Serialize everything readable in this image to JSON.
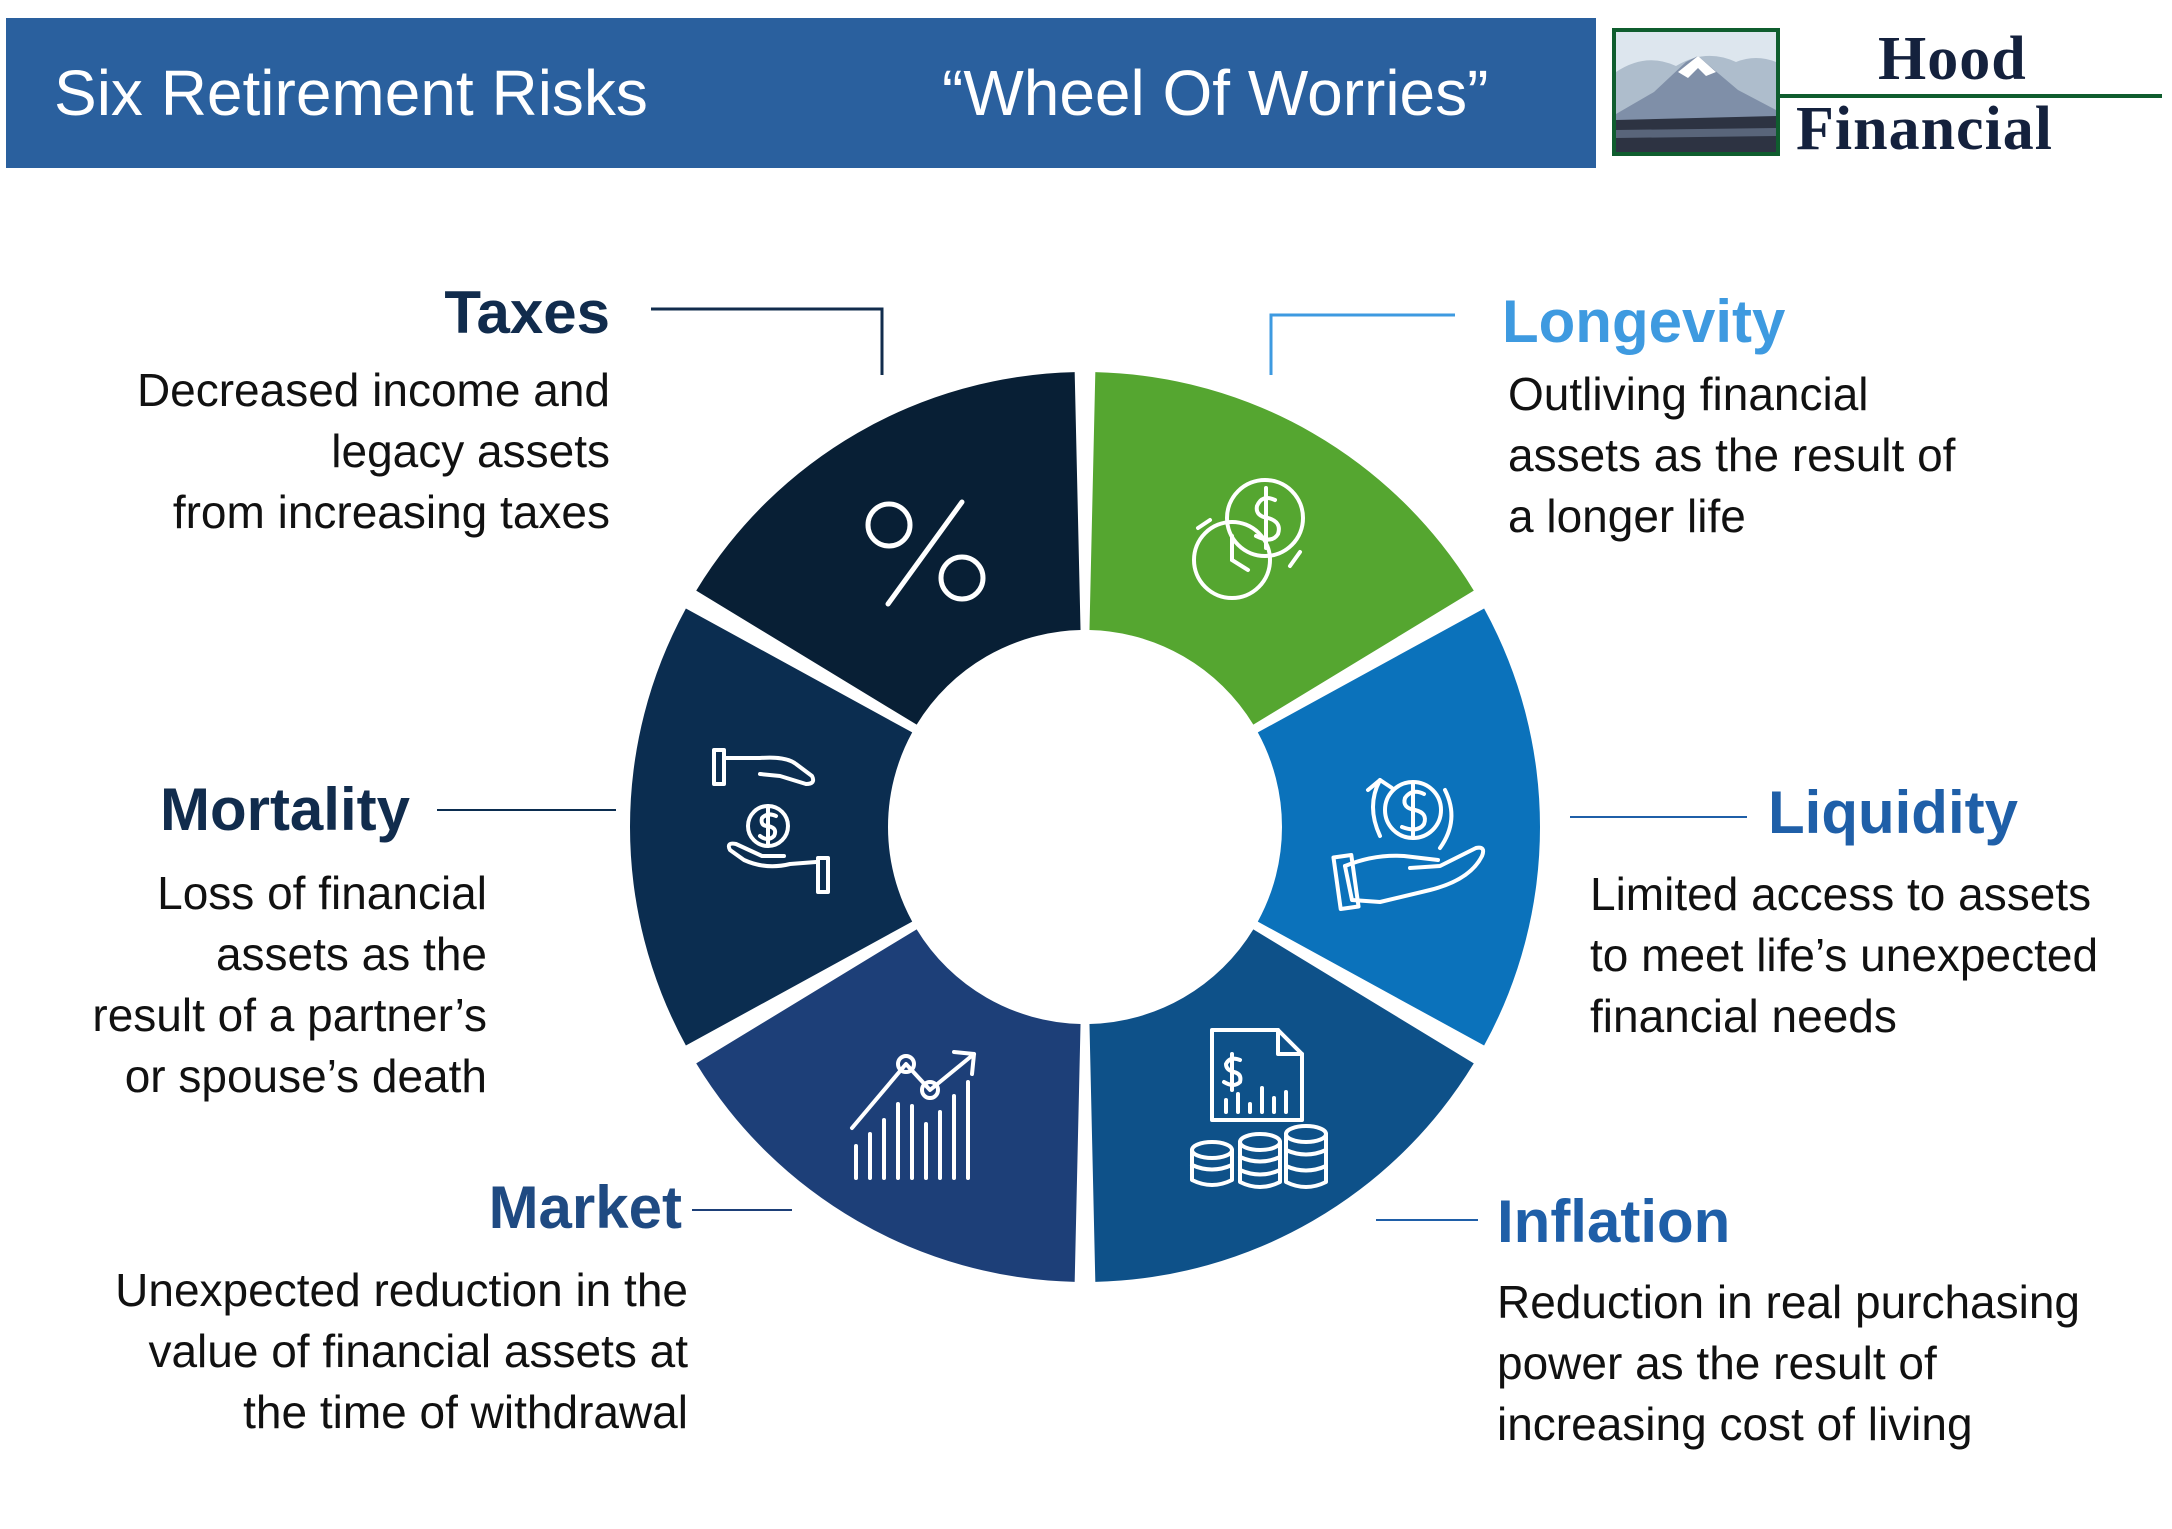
{
  "header": {
    "title": "Six Retirement Risks",
    "subtitle": "“Wheel Of Worries”"
  },
  "logo": {
    "word_1": "Hood",
    "word_2": "Financial"
  },
  "colors": {
    "header": "#2a609e",
    "taxes": "#081f35",
    "longevity": "#55a630",
    "liquidity": "#0b72bb",
    "inflation": "#0e5189",
    "market": "#1d3f78",
    "mortality": "#0b2d50",
    "title_dark": "#112c4d",
    "title_light": "#3e9ae0",
    "title_mid": "#1f5fa8"
  },
  "risks": {
    "taxes": {
      "title": "Taxes",
      "icon": "percent-icon",
      "lines": [
        "Decreased income and",
        "legacy assets",
        "from increasing taxes"
      ]
    },
    "longevity": {
      "title": "Longevity",
      "icon": "clock-dollar-icon",
      "lines": [
        "Outliving financial",
        "assets as the result of",
        "a longer life"
      ]
    },
    "liquidity": {
      "title": "Liquidity",
      "icon": "hand-dollar-icon",
      "lines": [
        "Limited access to assets",
        "to meet life’s unexpected",
        "financial needs"
      ]
    },
    "inflation": {
      "title": "Inflation",
      "icon": "report-coins-icon",
      "lines": [
        "Reduction in real purchasing",
        "power as the result of",
        "increasing cost of living"
      ]
    },
    "market": {
      "title": "Market",
      "icon": "growth-chart-icon",
      "lines": [
        "Unexpected reduction in the",
        "value of financial assets at",
        "the time of withdrawal"
      ]
    },
    "mortality": {
      "title": "Mortality",
      "icon": "money-transfer-icon",
      "lines": [
        "Loss of financial",
        "assets as the",
        "result of a partner’s",
        "or spouse’s death"
      ]
    }
  }
}
